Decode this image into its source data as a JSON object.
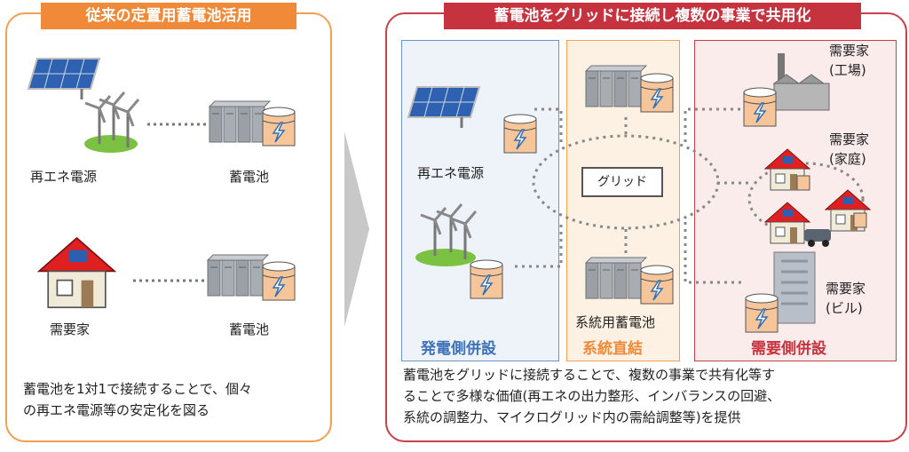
{
  "left": {
    "title": "従来の定置用蓄電池活用",
    "renewable_label": "再エネ電源",
    "battery_label_1": "蓄電池",
    "consumer_label": "需要家",
    "battery_label_2": "蓄電池",
    "desc_line1": "蓄電池を1対1で接続することで、個々",
    "desc_line2": "の再エネ電源等の安定化を図る"
  },
  "right": {
    "title": "蓄電池をグリッドに接続し複数の事業で共用化",
    "renewable_label": "再エネ電源",
    "grid_label": "グリッド",
    "grid_battery_label": "系統用蓄電池",
    "factory_label_1": "需要家",
    "factory_label_2": "(工場)",
    "home_label_1": "需要家",
    "home_label_2": "(家庭)",
    "building_label_1": "需要家",
    "building_label_2": "(ビル)",
    "zone_generation": "発電側併設",
    "zone_grid": "系統直結",
    "zone_demand": "需要側併設",
    "desc_line1": "蓄電池をグリッドに接続することで、複数の事業で共有化等す",
    "desc_line2": "ることで多様な価値(再エネの出力整形、インバランスの回避、",
    "desc_line3": "系統の調整力、マイクログリッド内の需給調整等)を提供"
  },
  "colors": {
    "left_accent": "#f08a38",
    "right_accent": "#c7323f",
    "generation_zone": "#3d72b8",
    "grid_zone": "#f08a38",
    "demand_zone": "#c7323f"
  }
}
